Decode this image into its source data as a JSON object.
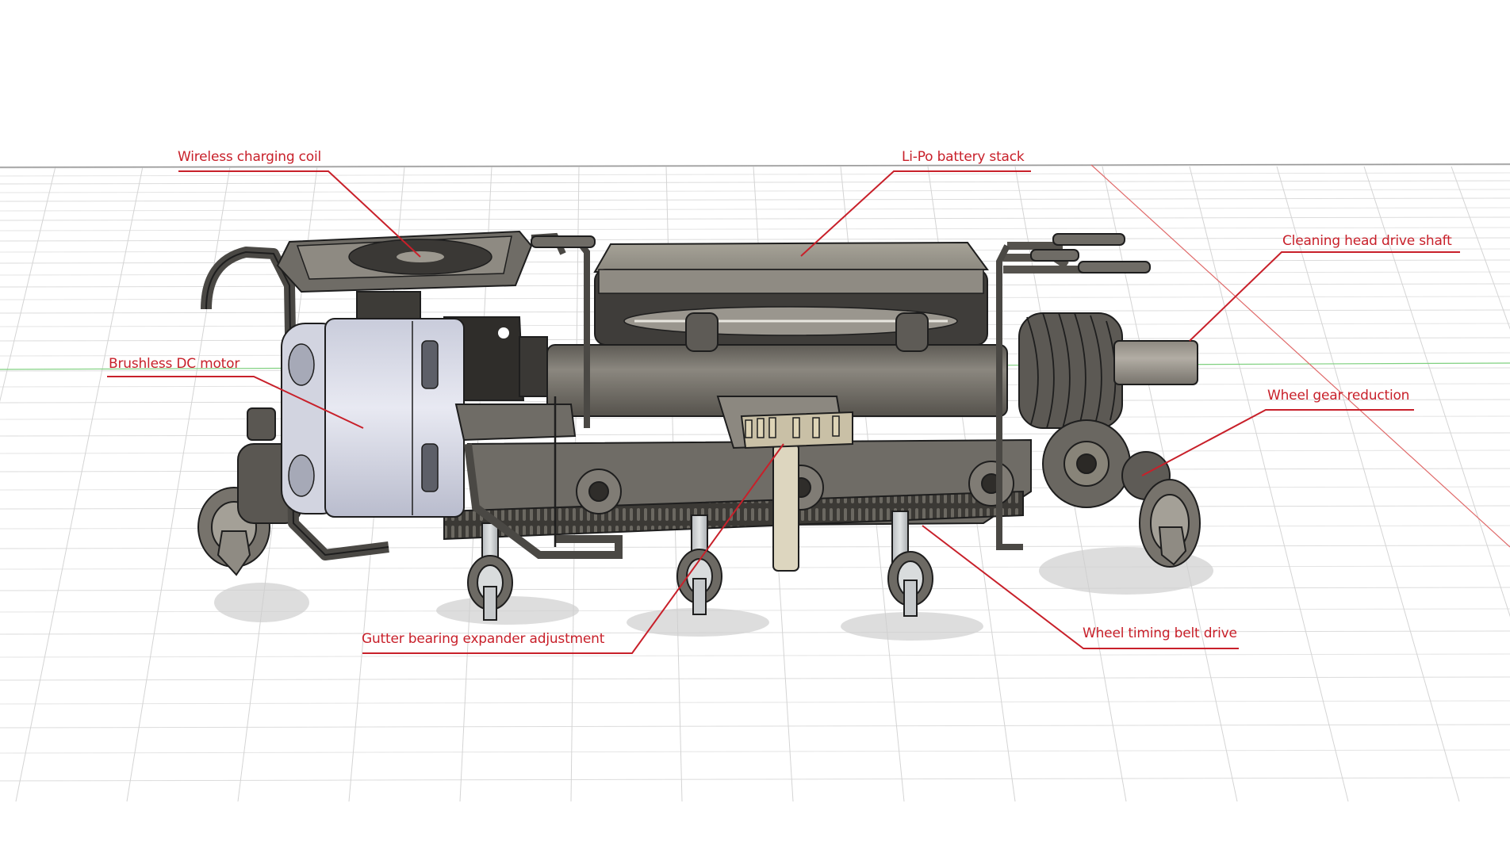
{
  "diagram": {
    "type": "annotated-cad-render",
    "subject": "Gutter cleaning robot drive assembly",
    "accent_color": "#c8202a",
    "grid_color": "#d8d8d8",
    "callouts": [
      {
        "id": "wireless-charging-coil",
        "text": "Wireless charging coil"
      },
      {
        "id": "li-po-battery-stack",
        "text": "Li-Po battery stack"
      },
      {
        "id": "cleaning-head-drive-shaft",
        "text": "Cleaning head drive shaft"
      },
      {
        "id": "brushless-dc-motor",
        "text": "Brushless DC motor"
      },
      {
        "id": "wheel-gear-reduction",
        "text": "Wheel gear reduction"
      },
      {
        "id": "gutter-bearing-expander-adjustment",
        "text": "Gutter bearing expander adjustment"
      },
      {
        "id": "wheel-timing-belt-drive",
        "text": "Wheel timing belt drive"
      }
    ]
  }
}
